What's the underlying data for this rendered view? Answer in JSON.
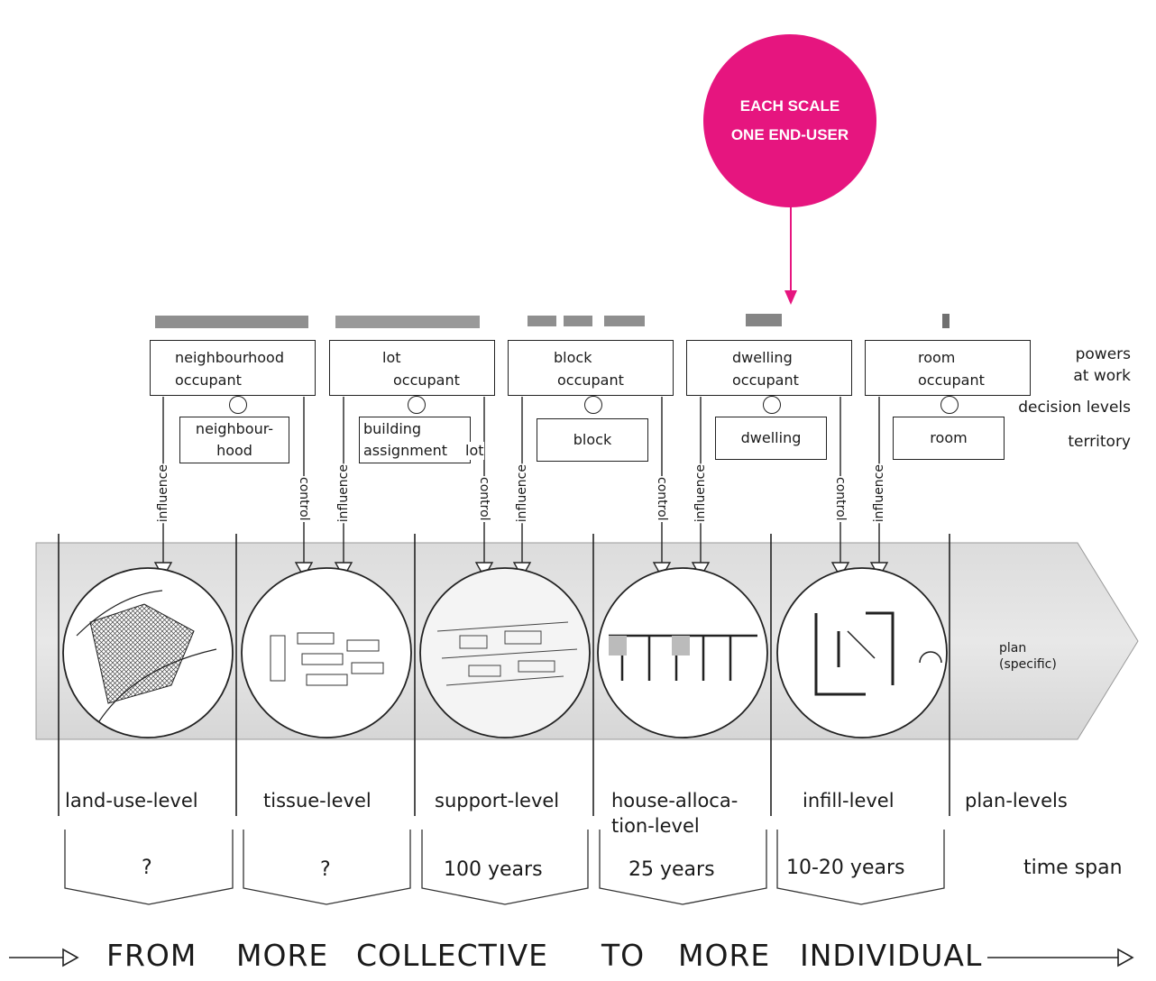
{
  "callout": {
    "line1": "EACH SCALE",
    "line2": "ONE END-USER",
    "color": "#e6157f"
  },
  "actors": [
    {
      "line1": "neighbourhood",
      "line2": "occupant",
      "territory": [
        "neighbour-",
        "hood"
      ]
    },
    {
      "line1": "lot",
      "line2": "occupant",
      "territory": [
        "building",
        "assignment"
      ],
      "territory_extra": "lot"
    },
    {
      "line1": "block",
      "line2": "occupant",
      "territory": [
        "block"
      ]
    },
    {
      "line1": "dwelling",
      "line2": "occupant",
      "territory": [
        "dwelling"
      ]
    },
    {
      "line1": "room",
      "line2": "occupant",
      "territory": [
        "room"
      ]
    }
  ],
  "side_labels": {
    "powers": "powers\nat work",
    "decision": "decision levels",
    "territory": "territory"
  },
  "arrow_labels": {
    "influence": "influence",
    "control": "control"
  },
  "levels": [
    "land-use-level",
    "tissue-level",
    "support-level",
    "house-allo­ca-",
    "infill-level",
    "plan-levels"
  ],
  "level_house_line1": "house-alloca-",
  "level_house_line2": "tion-level",
  "plan_label": [
    "plan",
    "(specific)"
  ],
  "time_spans": [
    "?",
    "?",
    "100 years",
    "25 years",
    "10-20 years"
  ],
  "time_span_label": "time span",
  "bottom": {
    "from": "FROM",
    "w1": "MORE",
    "w2": "COLLECTIVE",
    "w3": "TO",
    "w4": "MORE",
    "w5": "INDIVIDUAL"
  }
}
